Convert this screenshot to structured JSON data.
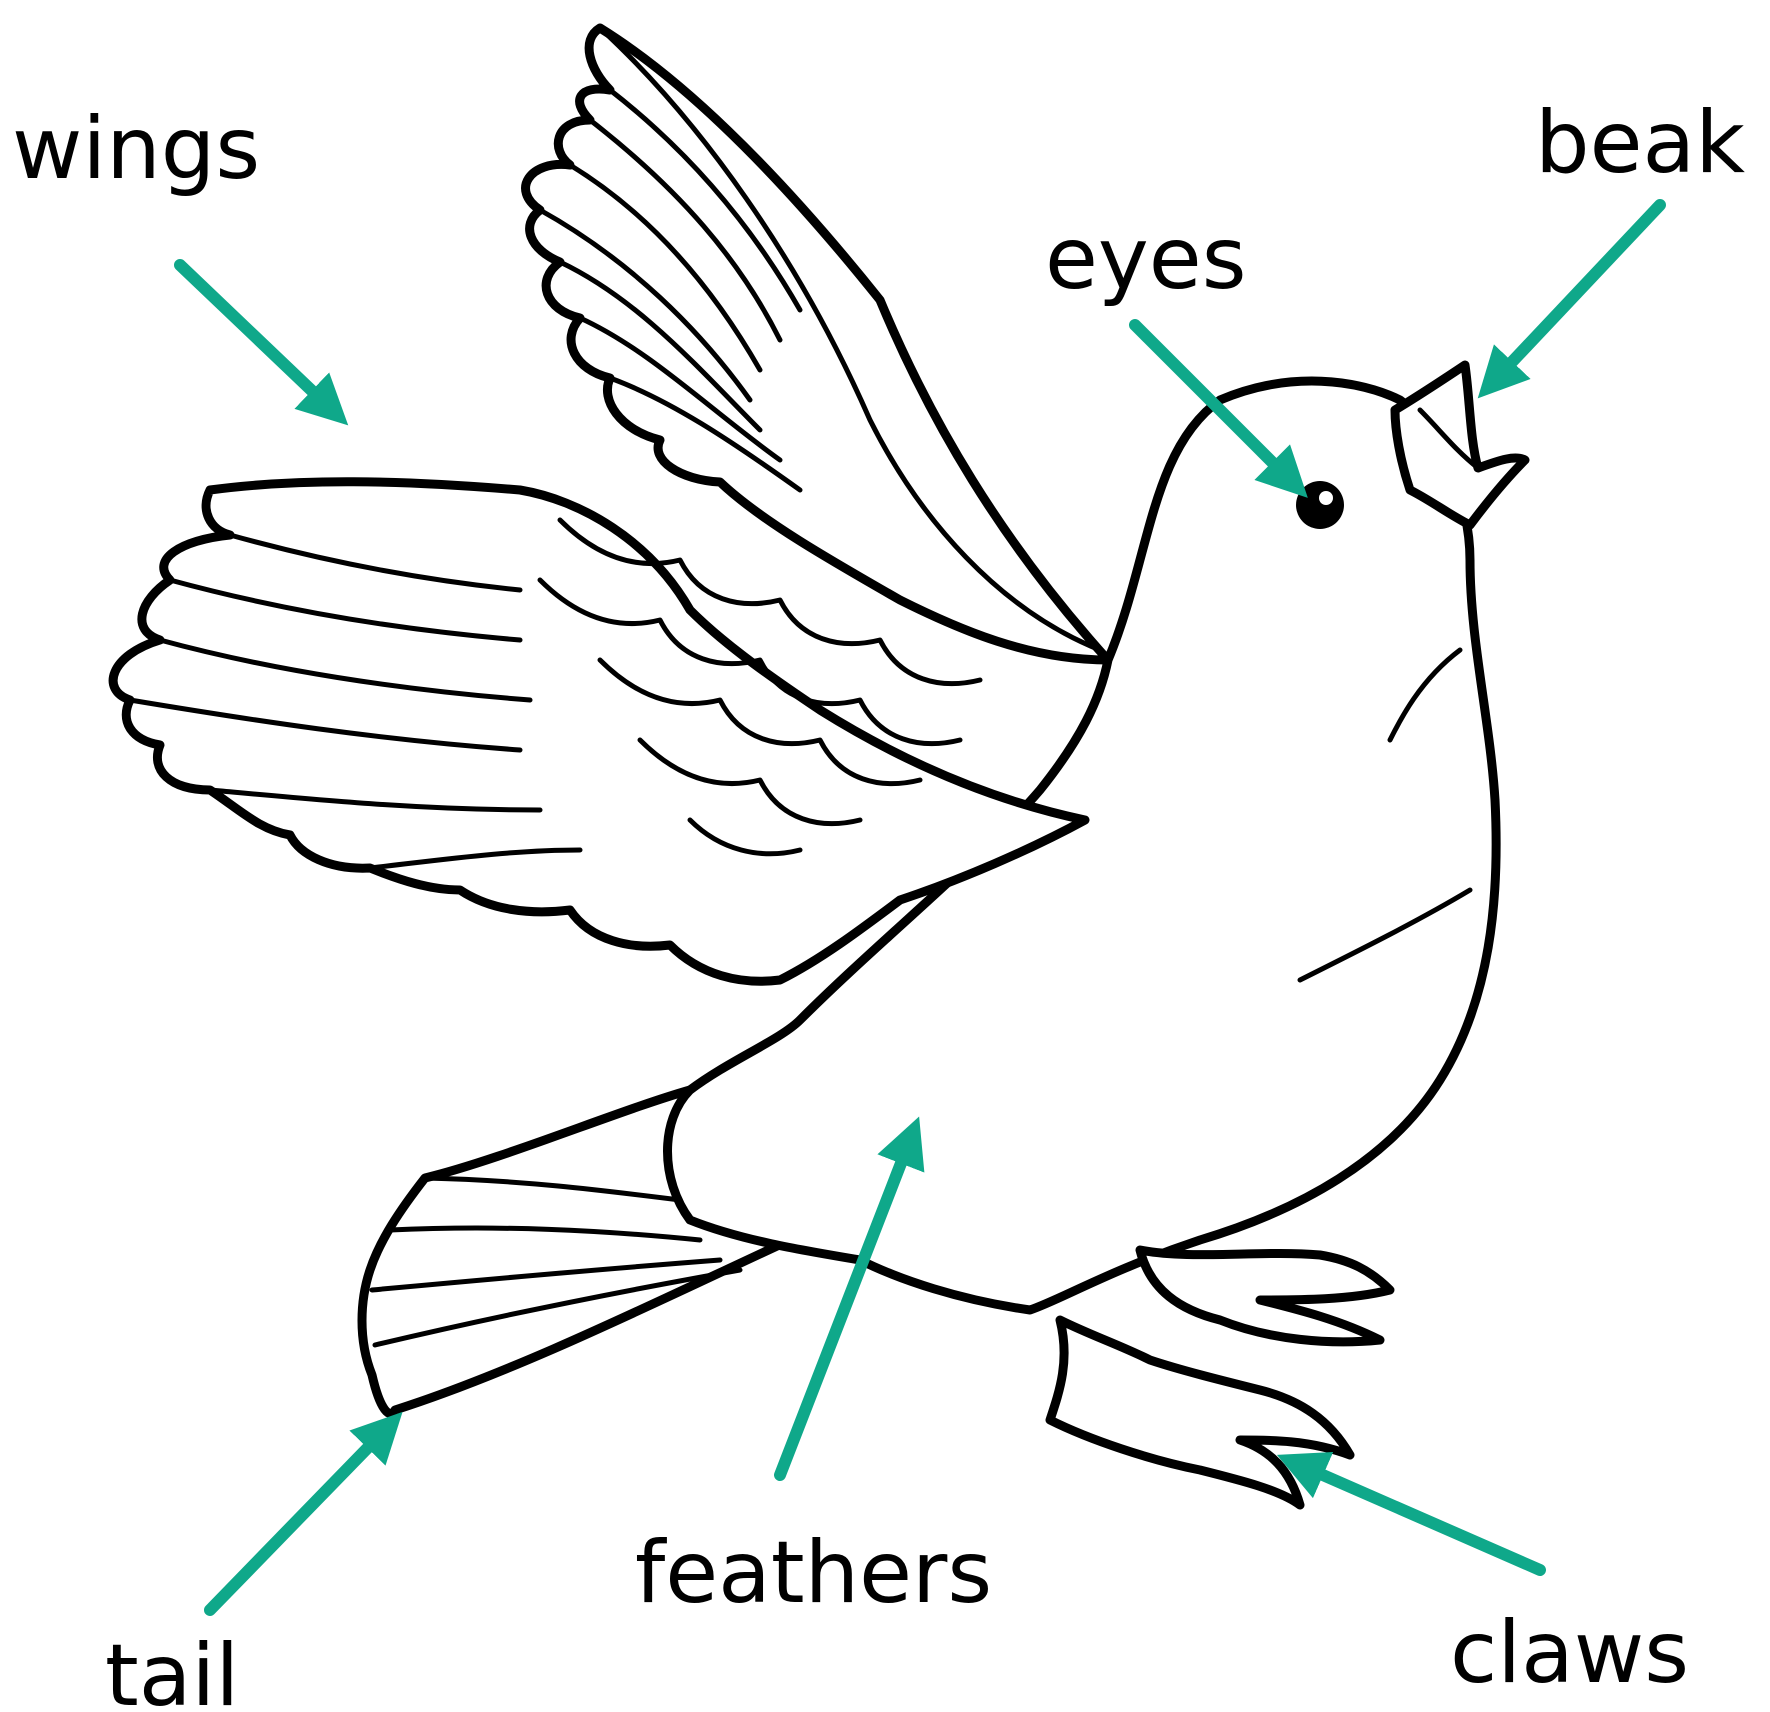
{
  "diagram": {
    "subject": "bird-line-drawing",
    "arrow_color": "#0fa88a",
    "labels": {
      "wings": "wings",
      "eyes": "eyes",
      "beak": "beak",
      "feathers": "feathers",
      "tail": "tail",
      "claws": "claws"
    }
  }
}
